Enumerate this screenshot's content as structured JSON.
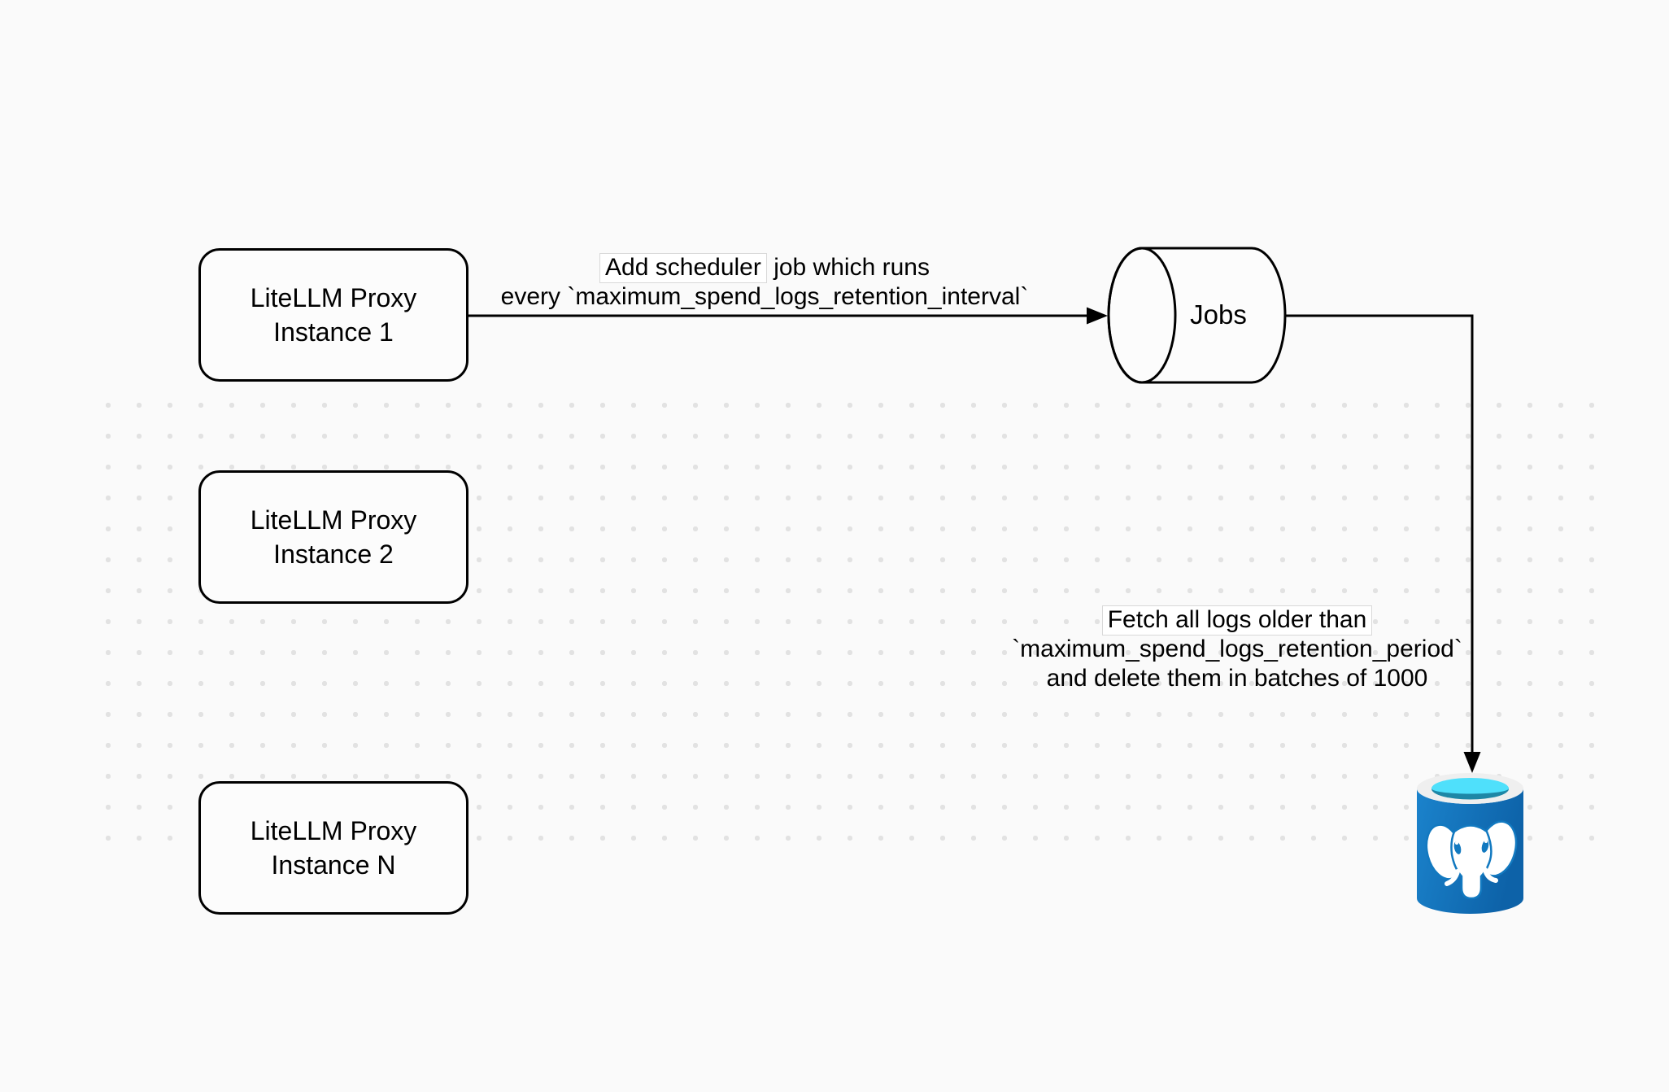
{
  "diagram": {
    "nodes": {
      "proxy_instance_1": {
        "line1": "LiteLLM Proxy",
        "line2": "Instance 1"
      },
      "proxy_instance_2": {
        "line1": "LiteLLM Proxy",
        "line2": "Instance 2"
      },
      "proxy_instance_n": {
        "line1": "LiteLLM Proxy",
        "line2": "Instance N"
      },
      "jobs_queue": {
        "label": "Jobs"
      },
      "postgres_db": {
        "icon": "postgresql-database-icon"
      }
    },
    "edges": {
      "add_scheduler_job": {
        "from": "proxy_instance_1",
        "to": "jobs_queue",
        "label_line1_boxed": "Add scheduler",
        "label_line1_rest": "job which runs",
        "label_line2": "every `maximum_spend_logs_retention_interval`"
      },
      "fetch_and_delete": {
        "from": "jobs_queue",
        "to": "postgres_db",
        "label_line1_boxed": "Fetch all logs older than",
        "label_line2": "`maximum_spend_logs_retention_period`",
        "label_line3": "and delete them in batches of 1000"
      }
    },
    "colors": {
      "background": "#FAFAFA",
      "stroke": "#000000",
      "dot_grid": "#E2E2E2",
      "label_box_bg": "#FFFFFF",
      "label_box_border": "#D9D9D9",
      "postgres_body_light": "#1B83CC",
      "postgres_body_dark": "#0D62A8",
      "postgres_body": "#1279C0",
      "postgres_rim": "#EFEFEF",
      "postgres_cyan": "#4FE0FB",
      "postgres_teal": "#1E87A6",
      "elephant": "#FFFFFF"
    }
  }
}
